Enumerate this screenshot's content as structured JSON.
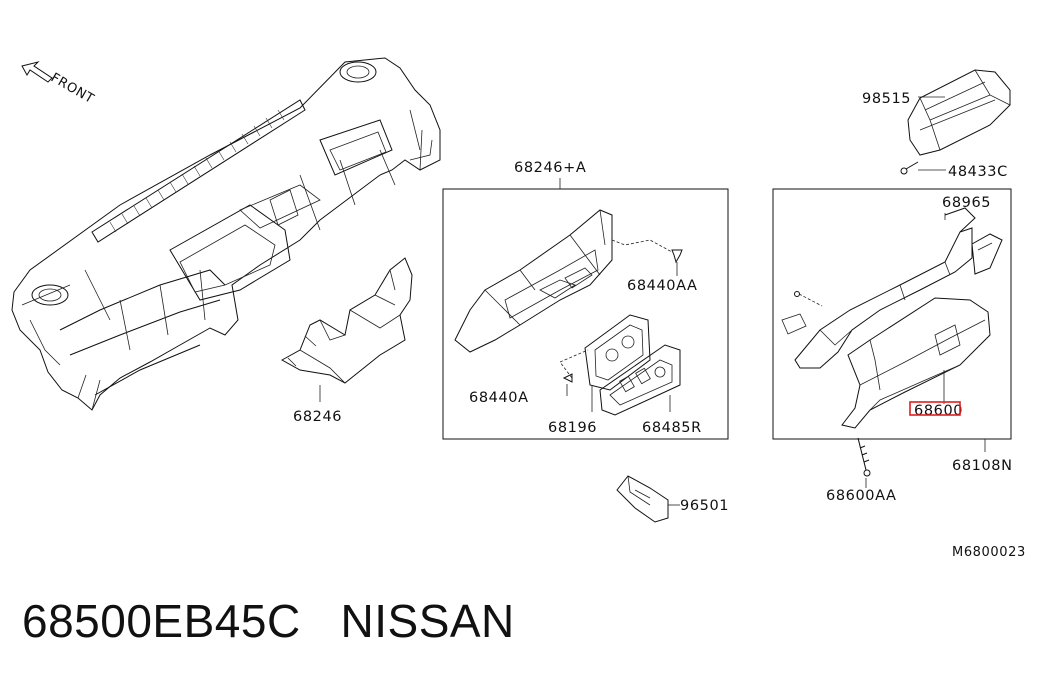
{
  "direction_label": "FRONT",
  "group_label_center": "68246+A",
  "callouts": {
    "p68246": "68246",
    "p68440AA": "68440AA",
    "p68440A": "68440A",
    "p68196": "68196",
    "p68485R": "68485R",
    "p96501": "96501",
    "p98515": "98515",
    "p48433C": "48433C",
    "p68965": "68965",
    "p68600": "68600",
    "p68108N": "68108N",
    "p68600AA": "68600AA"
  },
  "highlighted_part": "68600",
  "highlight_color": "#e02020",
  "diagram_code": "M6800023",
  "footer": {
    "part_number": "68500EB45C",
    "brand": "NISSAN"
  }
}
